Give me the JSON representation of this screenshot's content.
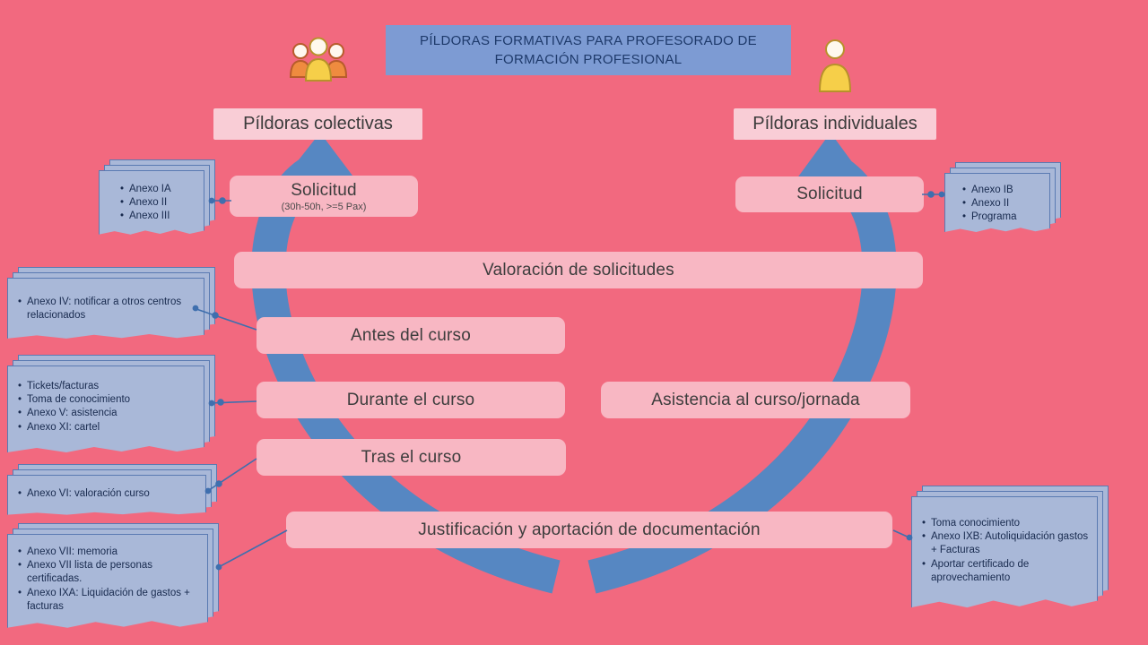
{
  "title": {
    "line1": "PÍLDORAS FORMATIVAS PARA PROFESORADO DE",
    "line2": "FORMACIÓN PROFESIONAL"
  },
  "branches": {
    "collective_header": "Píldoras colectivas",
    "individual_header": "Píldoras individuales"
  },
  "steps": {
    "solicitud_left": "Solicitud",
    "solicitud_left_sub": "(30h-50h, >=5 Pax)",
    "solicitud_right": "Solicitud",
    "valoracion": "Valoración de solicitudes",
    "antes": "Antes del curso",
    "durante": "Durante el curso",
    "asistencia": "Asistencia al curso/jornada",
    "tras": "Tras el curso",
    "justificacion": "Justificación y aportación de documentación"
  },
  "documents": {
    "left_top": {
      "items": [
        "Anexo IA",
        "Anexo II",
        "Anexo III"
      ]
    },
    "right_top": {
      "items": [
        "Anexo IB",
        "Anexo II",
        "Programa"
      ]
    },
    "antes_docs": {
      "items": [
        "Anexo IV: notificar a otros centros relacionados"
      ]
    },
    "durante_docs": {
      "items": [
        "Tickets/facturas",
        "Toma de conocimiento",
        "Anexo V: asistencia",
        "Anexo XI: cartel"
      ]
    },
    "tras_docs": {
      "items": [
        "Anexo VI: valoración curso"
      ]
    },
    "justificacion_left_docs": {
      "items": [
        "Anexo VII: memoria",
        "Anexo VII lista de personas certificadas.",
        "Anexo IXA: Liquidación de gastos + facturas"
      ]
    },
    "justificacion_right_docs": {
      "items": [
        "Toma conocimiento",
        "Anexo IXB: Autoliquidación gastos + Facturas",
        "Aportar certificado de aprovechamiento"
      ]
    }
  },
  "icons": {
    "group": "group-of-people-icon",
    "person": "person-icon"
  },
  "colors": {
    "background": "#f2697f",
    "title_box": "#7d9bd3",
    "title_text": "#1e3a6b",
    "header_box": "#f9cdd6",
    "step_box": "#f8b7c3",
    "step_text": "#3d3d3d",
    "document_fill": "#a9b8d8",
    "document_border": "#5a7ab2",
    "document_text": "#182a4e",
    "arrow": "#5687c2",
    "connector": "#3f6fae"
  }
}
